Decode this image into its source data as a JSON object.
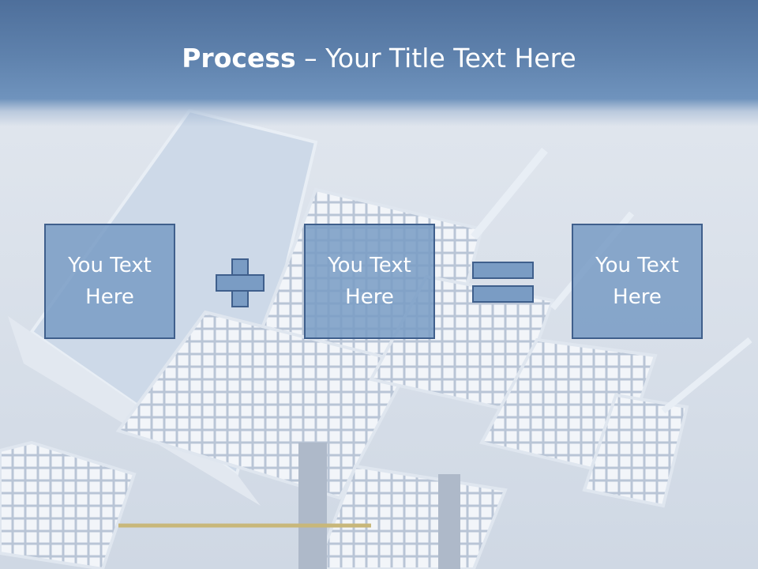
{
  "slide": {
    "title_bold": "Process",
    "title_rest": " – Your Title Text Here",
    "boxes": [
      {
        "text": "You Text Here"
      },
      {
        "text": "You Text Here"
      },
      {
        "text": "You Text Here"
      }
    ],
    "operators": [
      "plus-icon",
      "equals-icon"
    ],
    "background": "solar-panels-photo",
    "colors": {
      "header": "#5f82ad",
      "box_fill": "#7a9cc4",
      "box_border": "#3f5f8c",
      "text": "#ffffff"
    }
  }
}
